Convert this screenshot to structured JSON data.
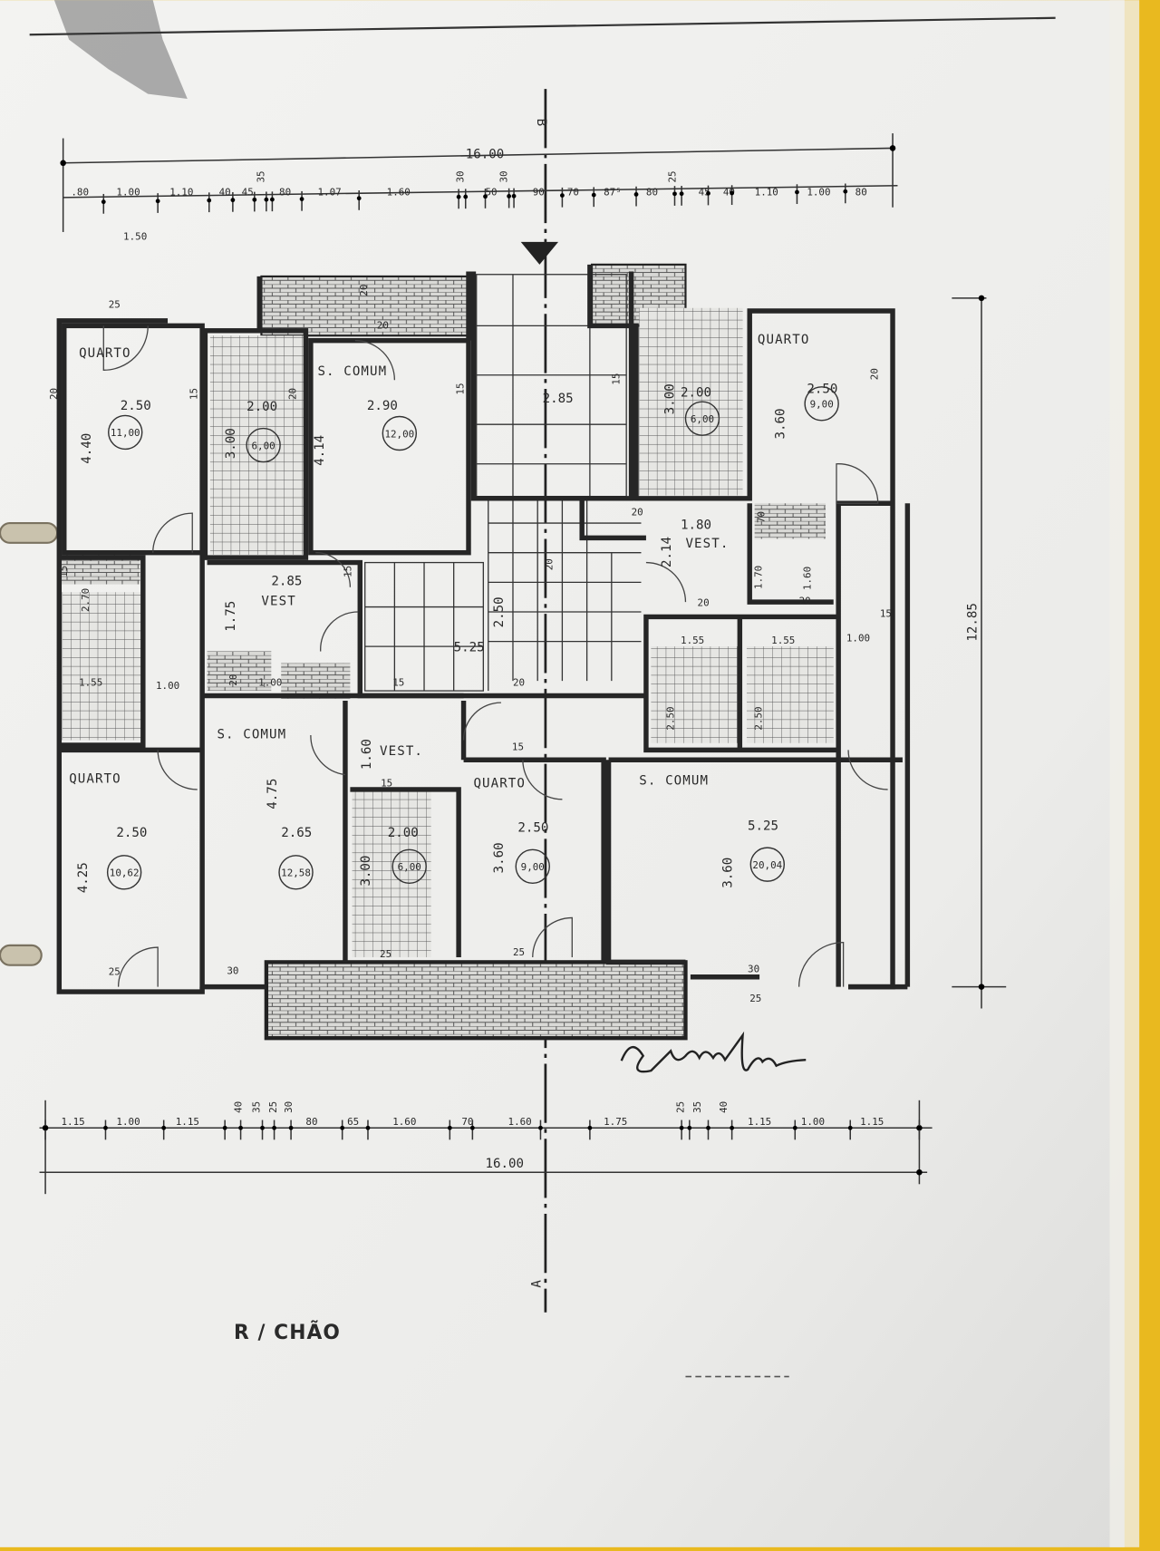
{
  "plan": {
    "title": "R / CHÃO",
    "overall_width": "16.00",
    "overall_width_bottom": "16.00",
    "overall_depth": "12.85",
    "section_marks": [
      "B",
      "A"
    ],
    "note_top_left": "1.50",
    "top_segments": [
      ".80",
      "1.00",
      "1.10",
      "40",
      "45",
      "35",
      "80",
      "1.07",
      "1.60",
      "30",
      "50",
      "30",
      "90",
      "70",
      "87⁵",
      "80",
      "25",
      "45",
      "40",
      "1.10",
      "1.00",
      "80"
    ],
    "bottom_segments": [
      "1.15",
      "1.00",
      "1.15",
      "40",
      "35",
      "25",
      "30",
      "80",
      "65",
      "1.60",
      "70",
      "1.60",
      "1.75",
      "25",
      "35",
      "40",
      "1.15",
      "1.00",
      "1.15"
    ],
    "rooms": [
      {
        "name": "QUARTO",
        "width": "2.50",
        "depth": "4.40",
        "area": "11,00"
      },
      {
        "name": "S. COMUM",
        "width": "2.90",
        "depth": "4.14",
        "area": "12,00"
      },
      {
        "name": "",
        "width": "2.85",
        "depth": "",
        "area": ""
      },
      {
        "name": "",
        "width": "2.00",
        "depth": "3.00",
        "area": "6,00"
      },
      {
        "name": "",
        "width": "2.00",
        "depth": "3.00",
        "area": "6,00"
      },
      {
        "name": "QUARTO",
        "width": "2.50",
        "depth": "3.60",
        "area": "9,00"
      },
      {
        "name": "VEST.",
        "width": "1.80",
        "depth": "2.14",
        "area": ""
      },
      {
        "name": "VEST",
        "width": "2.85",
        "depth": "1.75",
        "area": ""
      },
      {
        "name": "",
        "width": "5.25",
        "depth": "2.50",
        "area": ""
      },
      {
        "name": "QUARTO",
        "width": "2.50",
        "depth": "4.25",
        "area": "10,62"
      },
      {
        "name": "S. COMUM",
        "width": "2.65",
        "depth": "4.75",
        "area": "12,58"
      },
      {
        "name": "VEST.",
        "width": "",
        "depth": "1.60",
        "area": ""
      },
      {
        "name": "",
        "width": "2.00",
        "depth": "3.00",
        "area": "6,00"
      },
      {
        "name": "QUARTO",
        "width": "2.50",
        "depth": "3.60",
        "area": "9,00"
      },
      {
        "name": "S. COMUM",
        "width": "5.25",
        "depth": "3.60",
        "area": "20,04"
      }
    ],
    "small_dims": {
      "bath_left": [
        "2.70",
        "1.55",
        "1.00"
      ],
      "bath_right": [
        "1.55",
        "1.55",
        "1.00",
        "2.50",
        "2.50"
      ],
      "misc": [
        "25",
        "20",
        "15",
        "20",
        "20",
        "15",
        "15",
        "20",
        "20",
        "15",
        "20",
        "20",
        "15",
        "20",
        "1.00",
        "15",
        "20",
        "15",
        "20",
        "25",
        "25",
        "30",
        "30",
        "25",
        "25",
        "15",
        "1.60",
        "20",
        "1.70",
        "70",
        "15"
      ]
    }
  }
}
